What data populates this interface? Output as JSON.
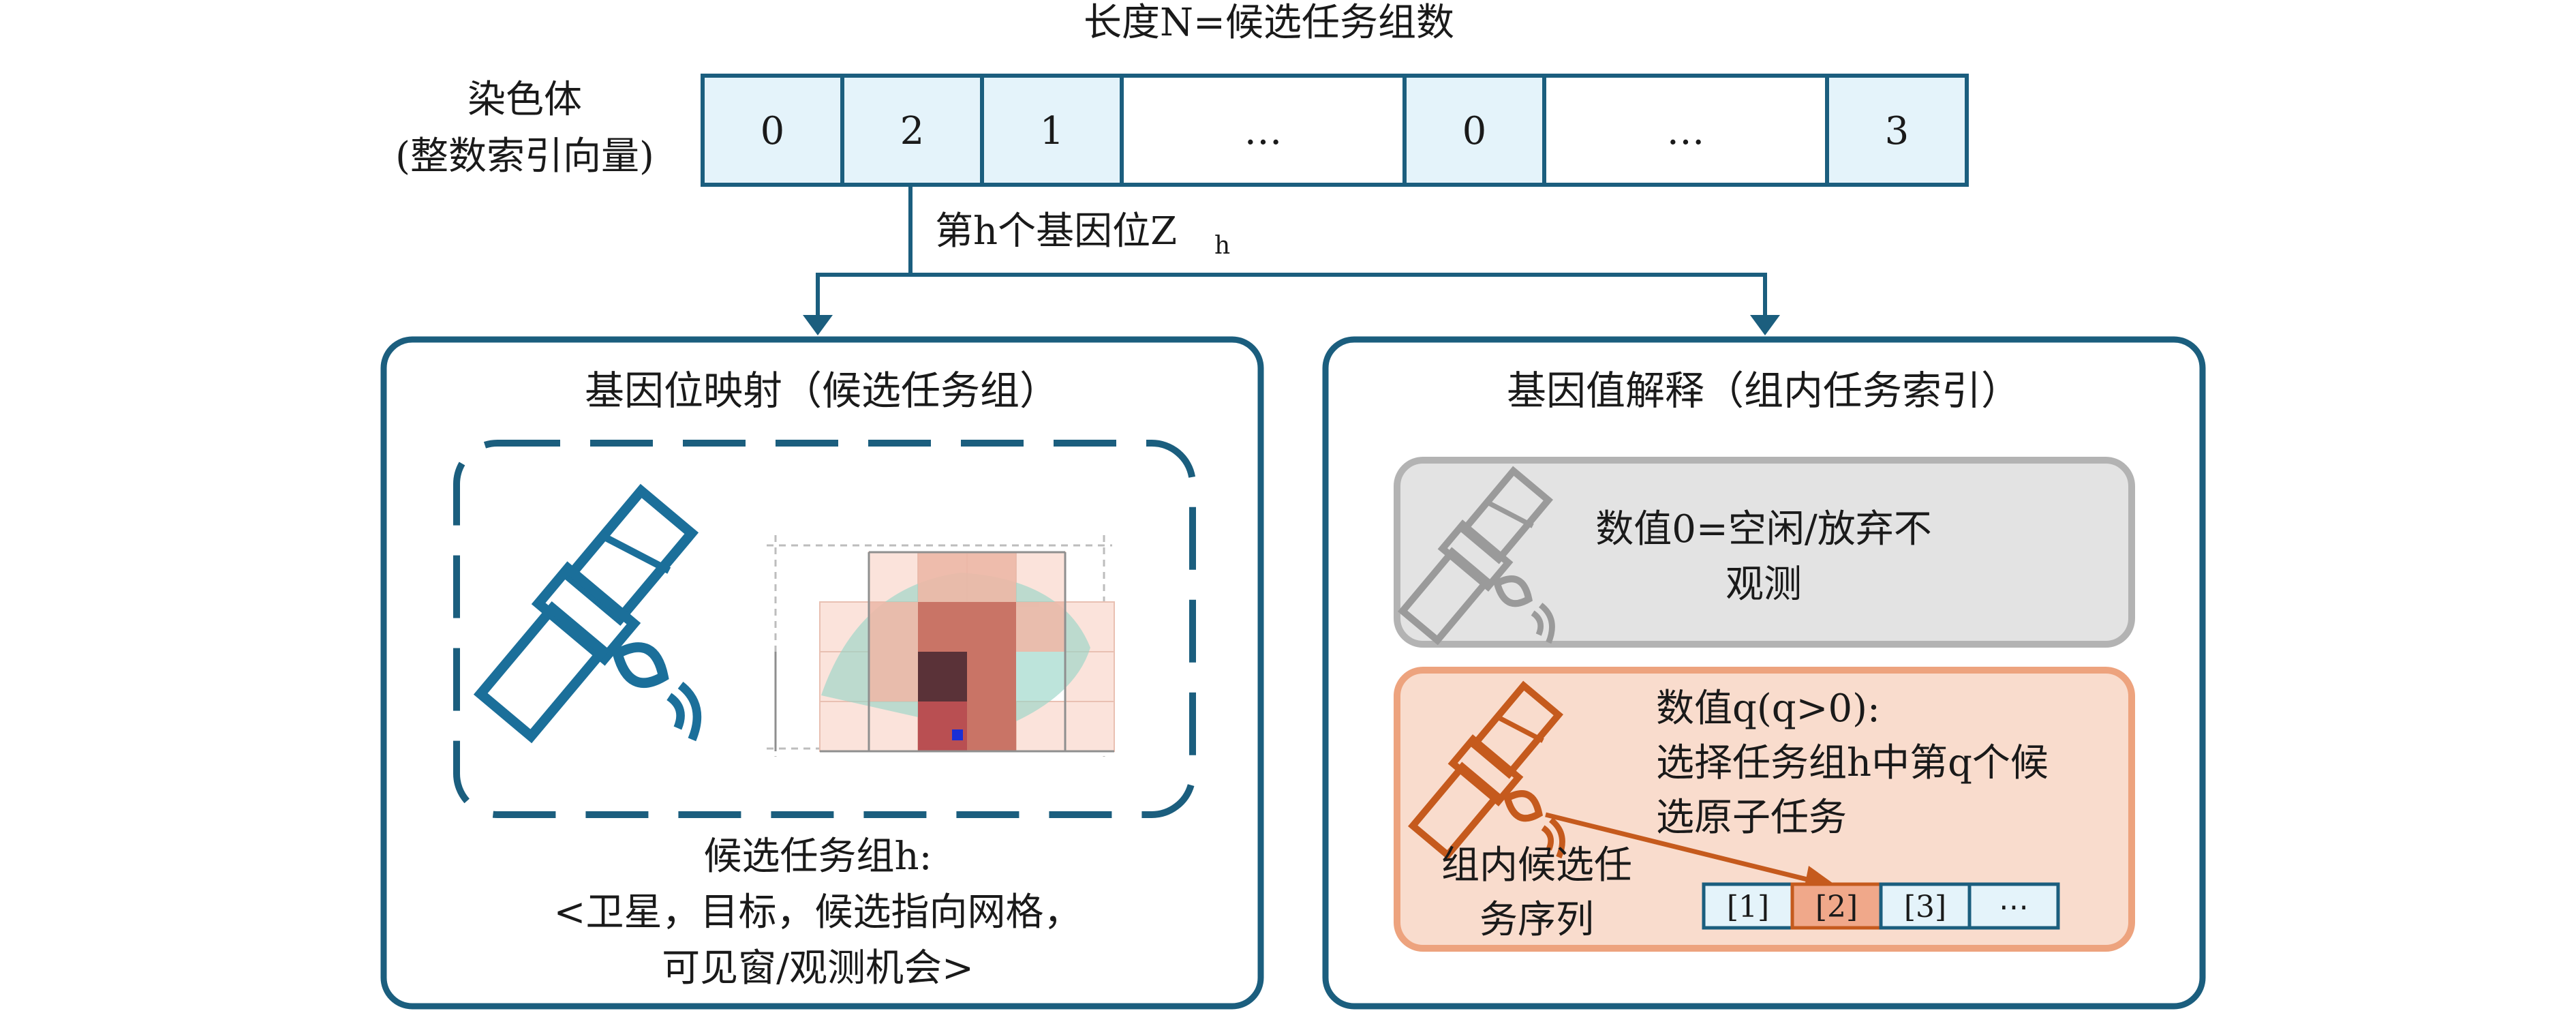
{
  "top_label": "长度N=候选任务组数",
  "chromosome_label": {
    "line1": "染色体",
    "line2": "(整数索引向量)"
  },
  "genes": [
    {
      "value": "0",
      "highlight": true
    },
    {
      "value": "2",
      "highlight": true
    },
    {
      "value": "1",
      "highlight": true
    },
    {
      "value": "…",
      "highlight": false
    },
    {
      "value": "0",
      "highlight": true
    },
    {
      "value": "…",
      "highlight": false
    },
    {
      "value": "3",
      "highlight": true
    }
  ],
  "gene_pointer_label": "第h个基因位Z",
  "gene_pointer_sub": "h",
  "left_panel": {
    "title": "基因位映射（候选任务组）",
    "caption_line1": "候选任务组h:",
    "caption_line2": "<卫星，目标，候选指向网格，",
    "caption_line3": "可见窗/观测机会>"
  },
  "right_panel": {
    "title": "基因值解释（组内任务索引）",
    "zero_box": {
      "line1": "数值0=空闲/放弃不",
      "line2": "观测"
    },
    "q_box": {
      "line1": "数值q(q>0):",
      "line2": "选择任务组h中第q个候",
      "line3": "选原子任务",
      "seq_label_line1": "组内候选任",
      "seq_label_line2": "务序列",
      "sequence": [
        "[1]",
        "[2]",
        "[3]",
        "⋯"
      ],
      "selected_index": 1
    }
  },
  "colors": {
    "dark_blue": "#1b5e7e",
    "light_blue": "#e4f3fa",
    "gray_border": "#b3b3b3",
    "gray_fill": "#e3e3e3",
    "gray_icon": "#9a9a9a",
    "orange_fill": "#f9dccd",
    "orange_border": "#eda37e",
    "orange_dark": "#c55a1d",
    "seq_selected": "#f0a88a"
  },
  "icons": {
    "satellite_main": "satellite-icon",
    "satellite_gray": "satellite-icon",
    "satellite_orange": "satellite-icon",
    "grid": "pointing-grid-icon"
  }
}
